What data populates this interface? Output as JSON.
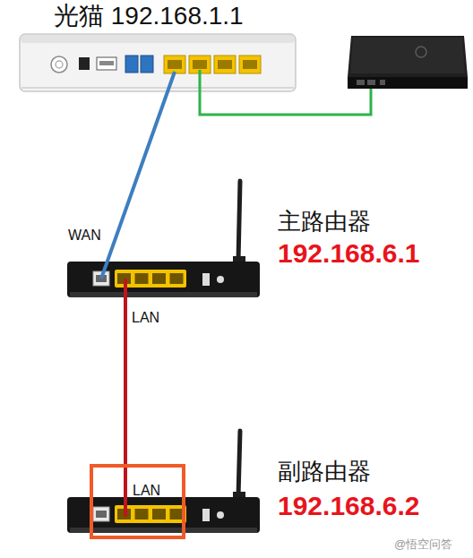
{
  "diagram": {
    "nodes": [
      {
        "text": [
          "光猫 192.168.1.1"
        ]
      },
      {
        "text": [
          "主路由器",
          "192.168.6.1"
        ]
      },
      {
        "text": [
          "副路由器",
          "192.168.6.2"
        ]
      },
      {
        "text": [
          "LAN"
        ],
        "in": 2
      }
    ],
    "edges": [
      {
        "from": 0,
        "to": 1,
        "arrow": "none"
      },
      {
        "from": 1,
        "to": 2,
        "arrow": "none"
      }
    ],
    "labels": [
      "WAN",
      "LAN",
      "@悟空问答"
    ]
  }
}
